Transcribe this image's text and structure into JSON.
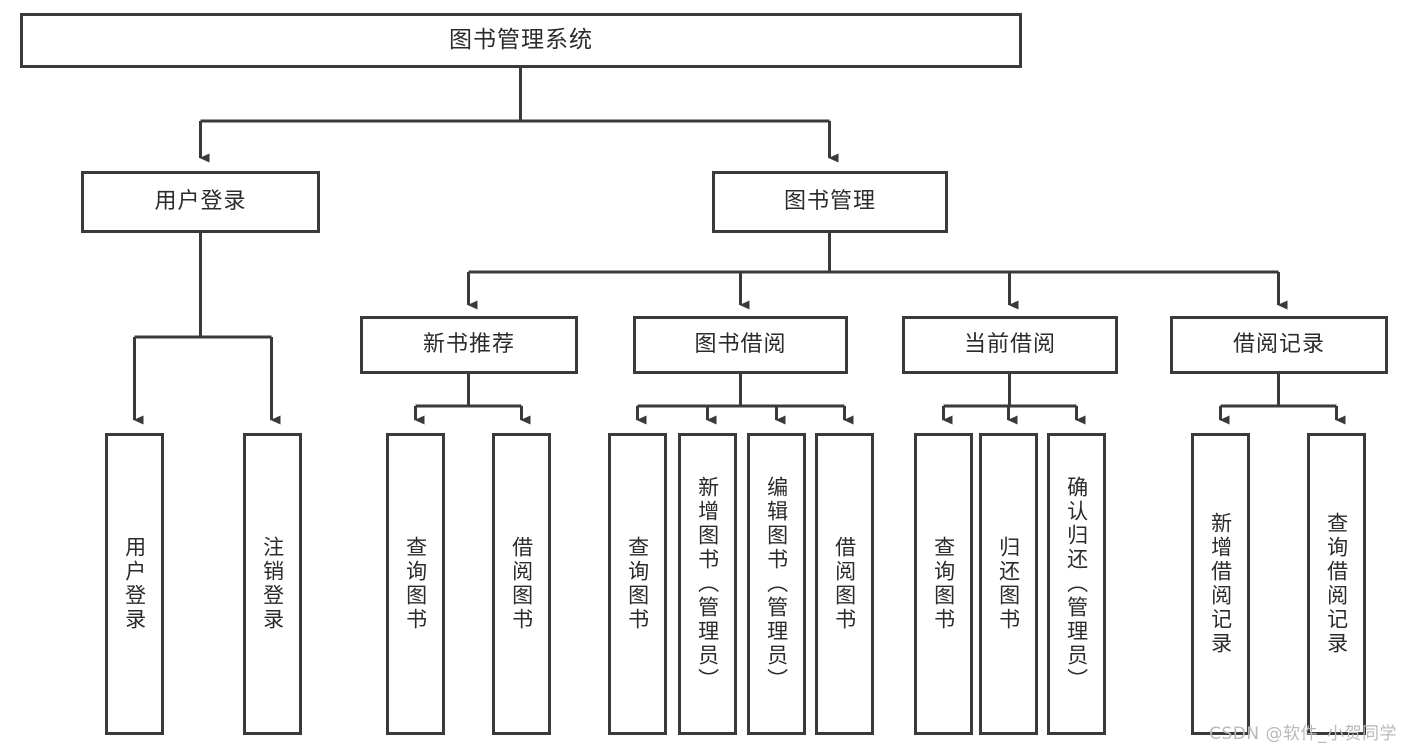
{
  "diagram": {
    "title": "图书管理系统",
    "type": "tree-hierarchy-diagram",
    "colors": {
      "box_border": "#3a3a3a",
      "box_fill": "#ffffff",
      "connector": "#3a3a3a",
      "text": "#2b2b2b",
      "background": "#ffffff",
      "watermark": "#b9b9b9"
    },
    "root": {
      "label": "图书管理系统"
    },
    "level1": [
      {
        "label": "用户登录"
      },
      {
        "label": "图书管理"
      }
    ],
    "level2": [
      {
        "label": "新书推荐"
      },
      {
        "label": "图书借阅"
      },
      {
        "label": "当前借阅"
      },
      {
        "label": "借阅记录"
      }
    ],
    "leaves": {
      "user_login": [
        {
          "label": "用户登录"
        },
        {
          "label": "注销登录"
        }
      ],
      "new_book_recommend": [
        {
          "label": "查询图书"
        },
        {
          "label": "借阅图书"
        }
      ],
      "book_borrow": [
        {
          "label": "查询图书"
        },
        {
          "label": "新增图书（管理员）"
        },
        {
          "label": "编辑图书（管理员）"
        },
        {
          "label": "借阅图书"
        }
      ],
      "current_borrow": [
        {
          "label": "查询图书"
        },
        {
          "label": "归还图书"
        },
        {
          "label": "确认归还（管理员）"
        }
      ],
      "borrow_record": [
        {
          "label": "新增借阅记录"
        },
        {
          "label": "查询借阅记录"
        }
      ]
    }
  },
  "watermark": {
    "text": "CSDN @软件_小贺同学"
  }
}
